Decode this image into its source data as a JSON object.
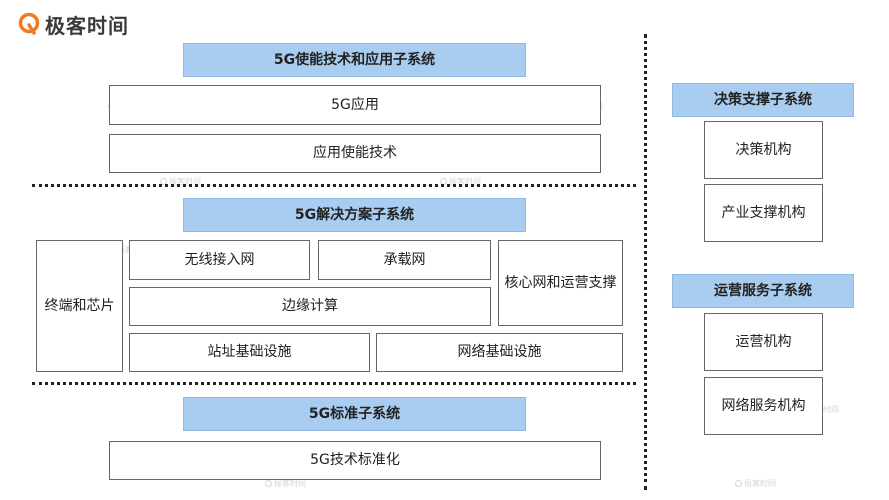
{
  "logo": {
    "brand": "极客时间"
  },
  "watermark": "极客时间",
  "colors": {
    "header_fill": "#a9cdf0",
    "logo_accent": "#f07a22"
  },
  "left": {
    "enablement": {
      "header": "5G使能技术和应用子系统",
      "rows": [
        "5G应用",
        "应用使能技术"
      ]
    },
    "solution": {
      "header": "5G解决方案子系统",
      "terminal": "终端和芯片",
      "wireless": "无线接入网",
      "bearer": "承载网",
      "core": "核心网和运营支撑",
      "edge": "边缘计算",
      "site": "站址基础设施",
      "network_infra": "网络基础设施"
    },
    "standard": {
      "header": "5G标准子系统",
      "rows": [
        "5G技术标准化"
      ]
    }
  },
  "right": {
    "decision": {
      "header": "决策支撑子系统",
      "items": [
        "决策机构",
        "产业支撑机构"
      ]
    },
    "operation": {
      "header": "运营服务子系统",
      "items": [
        "运营机构",
        "网络服务机构"
      ]
    }
  }
}
